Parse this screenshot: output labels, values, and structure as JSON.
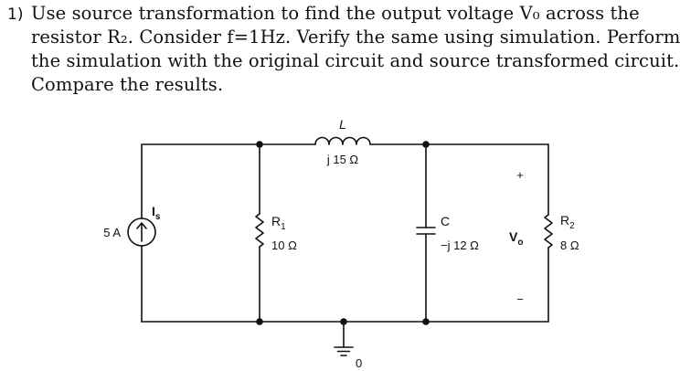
{
  "question": {
    "number": "1)",
    "lines": [
      "Use source transformation to find the output voltage V₀ across the",
      "resistor R₂. Consider f=1Hz. Verify the same using simulation. Perform",
      "the simulation with the original circuit and source transformed circuit.",
      "Compare the results."
    ]
  },
  "circuit": {
    "inductor": {
      "name": "L",
      "value": "j 15 Ω"
    },
    "current_source": {
      "value": "5 A",
      "label_main": "I",
      "label_sub": "s"
    },
    "r1": {
      "name_main": "R",
      "name_sub": "1",
      "value": "10 Ω"
    },
    "capacitor": {
      "name": "C",
      "value": "−j 12 Ω"
    },
    "r2": {
      "name_main": "R",
      "name_sub": "2",
      "value": "8 Ω"
    },
    "vo": {
      "main": "V",
      "sub": "o",
      "plus": "+",
      "minus": "−"
    },
    "ground": {
      "node": "0"
    }
  }
}
